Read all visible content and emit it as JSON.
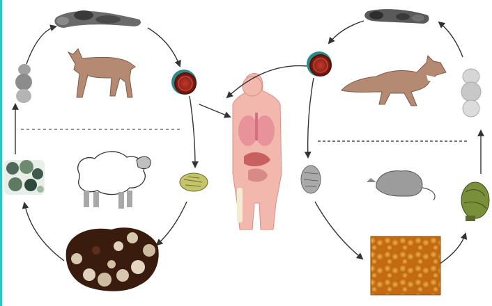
{
  "diagram": {
    "cycles": [
      {
        "name": "left-cycle",
        "definitive_host": "dog",
        "intermediate_host": "sheep",
        "stages": [
          "adult-worm",
          "egg",
          "oncosphere",
          "hydatid-cyst-in-liver",
          "protoscolices",
          "scolex"
        ]
      },
      {
        "name": "right-cycle",
        "definitive_host": "fox",
        "intermediate_host": "rodent",
        "stages": [
          "adult-worm",
          "egg",
          "oncosphere",
          "alveolar-cyst-tissue",
          "protoscolex",
          "scolex"
        ]
      }
    ],
    "accidental_host": "human",
    "colors": {
      "accent_edge": "#2ec4c4",
      "host_brown": "#b58a72",
      "human_pink": "#f2b8ad",
      "egg_red": "#a3241a",
      "egg_teal": "#2a8a88",
      "cyst_orange": "#e08a1c",
      "green_cyst": "#7a8f3a"
    }
  }
}
